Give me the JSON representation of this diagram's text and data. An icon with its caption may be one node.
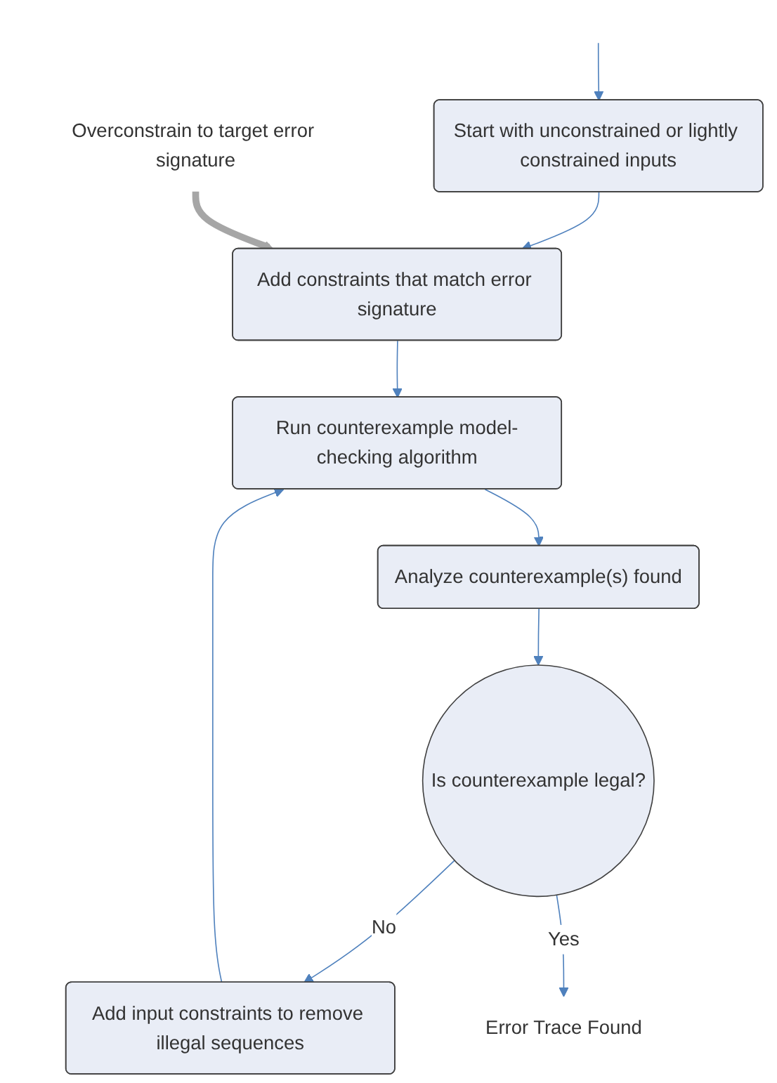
{
  "diagram": {
    "nodes": [
      {
        "text": [
          "Start with unconstrained or lightly constrained inputs"
        ]
      },
      {
        "text": [
          "Add constraints that match error signature"
        ]
      },
      {
        "text": [
          "Overconstrain to target error signature"
        ]
      },
      {
        "text": [
          "Run counterexample model-checking algorithm"
        ]
      },
      {
        "text": [
          "Analyze counterexample(s) found"
        ]
      },
      {
        "text": [
          "Is counterexample legal?"
        ]
      },
      {
        "text": [
          "Add input constraints to remove illegal sequences"
        ]
      },
      {
        "text": [
          "Error Trace Found"
        ]
      }
    ],
    "edges": [
      {
        "from": null,
        "to": 0,
        "arrow": "to"
      },
      {
        "from": 0,
        "to": 1,
        "arrow": "to"
      },
      {
        "from": 2,
        "to": 1,
        "arrow": "to",
        "style": "thick",
        "color": "#a6a6a6"
      },
      {
        "from": 1,
        "to": 3,
        "arrow": "to"
      },
      {
        "from": 3,
        "to": 4,
        "arrow": "to"
      },
      {
        "from": 4,
        "to": 5,
        "arrow": "to"
      },
      {
        "from": 5,
        "to": 6,
        "arrow": "to",
        "label": "No"
      },
      {
        "from": 6,
        "to": 3,
        "arrow": "to"
      },
      {
        "from": 5,
        "to": 7,
        "arrow": "to",
        "label": "Yes"
      }
    ]
  }
}
